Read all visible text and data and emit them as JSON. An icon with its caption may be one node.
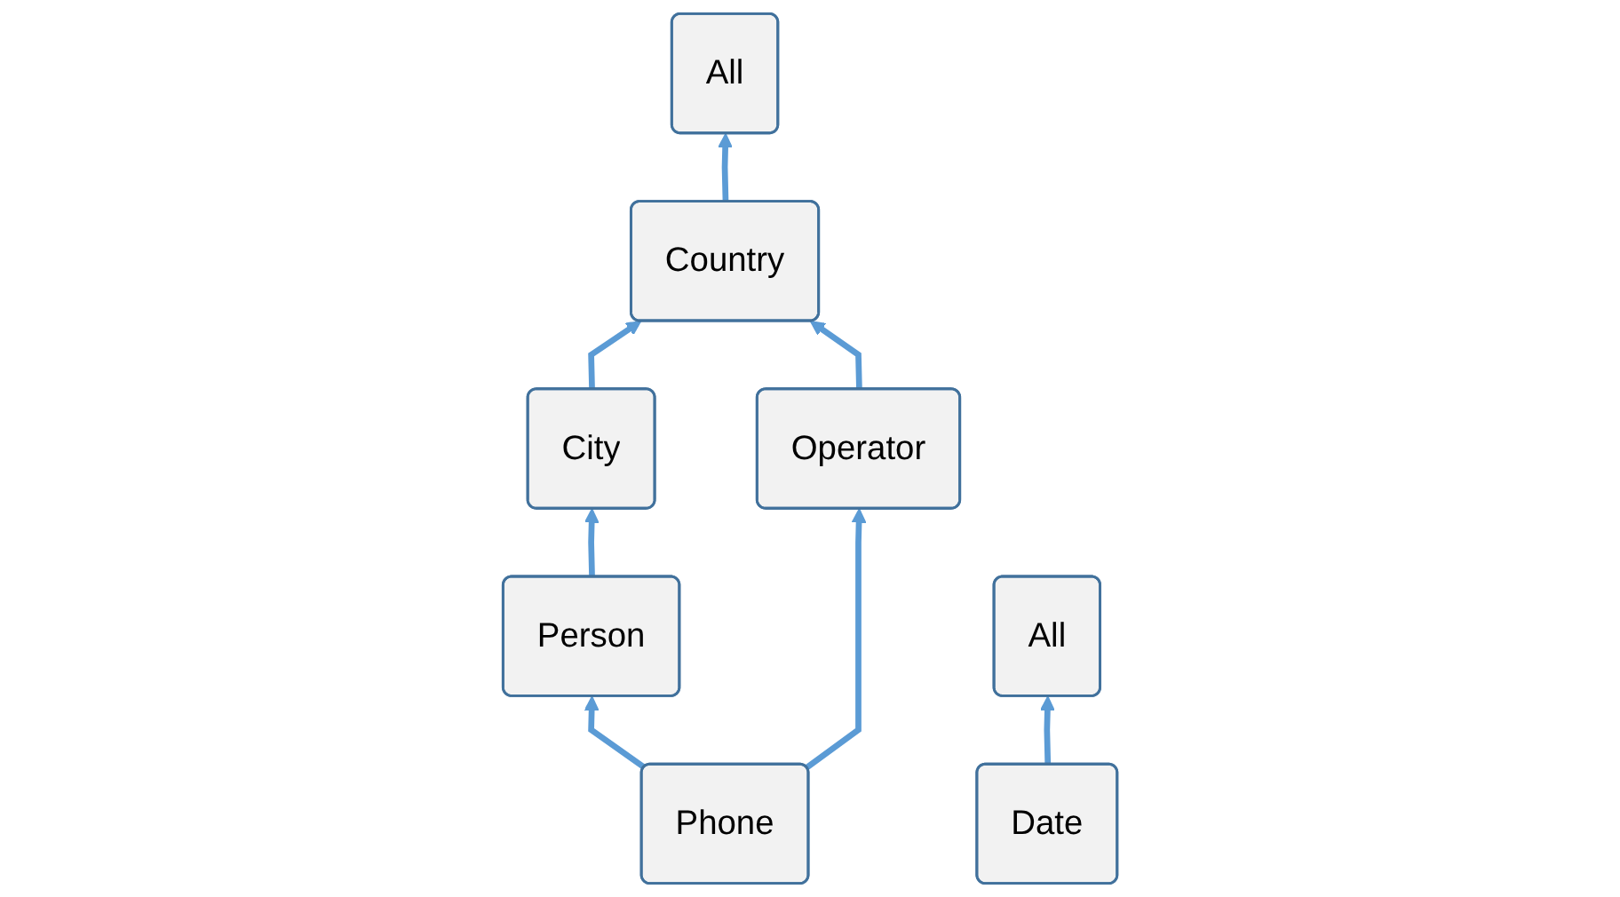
{
  "diagram": {
    "nodes": [
      {
        "text": [
          "All"
        ]
      },
      {
        "text": [
          "Country"
        ]
      },
      {
        "text": [
          "City"
        ]
      },
      {
        "text": [
          "Operator"
        ]
      },
      {
        "text": [
          "Person"
        ]
      },
      {
        "text": [
          "Phone"
        ]
      },
      {
        "text": [
          "All"
        ]
      },
      {
        "text": [
          "Date"
        ]
      }
    ],
    "edges": [
      {
        "from": 1,
        "to": 0,
        "arrow": "to"
      },
      {
        "from": 2,
        "to": 1,
        "arrow": "to"
      },
      {
        "from": 3,
        "to": 1,
        "arrow": "to"
      },
      {
        "from": 4,
        "to": 2,
        "arrow": "to"
      },
      {
        "from": 5,
        "to": 4,
        "arrow": "to"
      },
      {
        "from": 5,
        "to": 3,
        "arrow": "to"
      },
      {
        "from": 7,
        "to": 6,
        "arrow": "to"
      }
    ]
  }
}
